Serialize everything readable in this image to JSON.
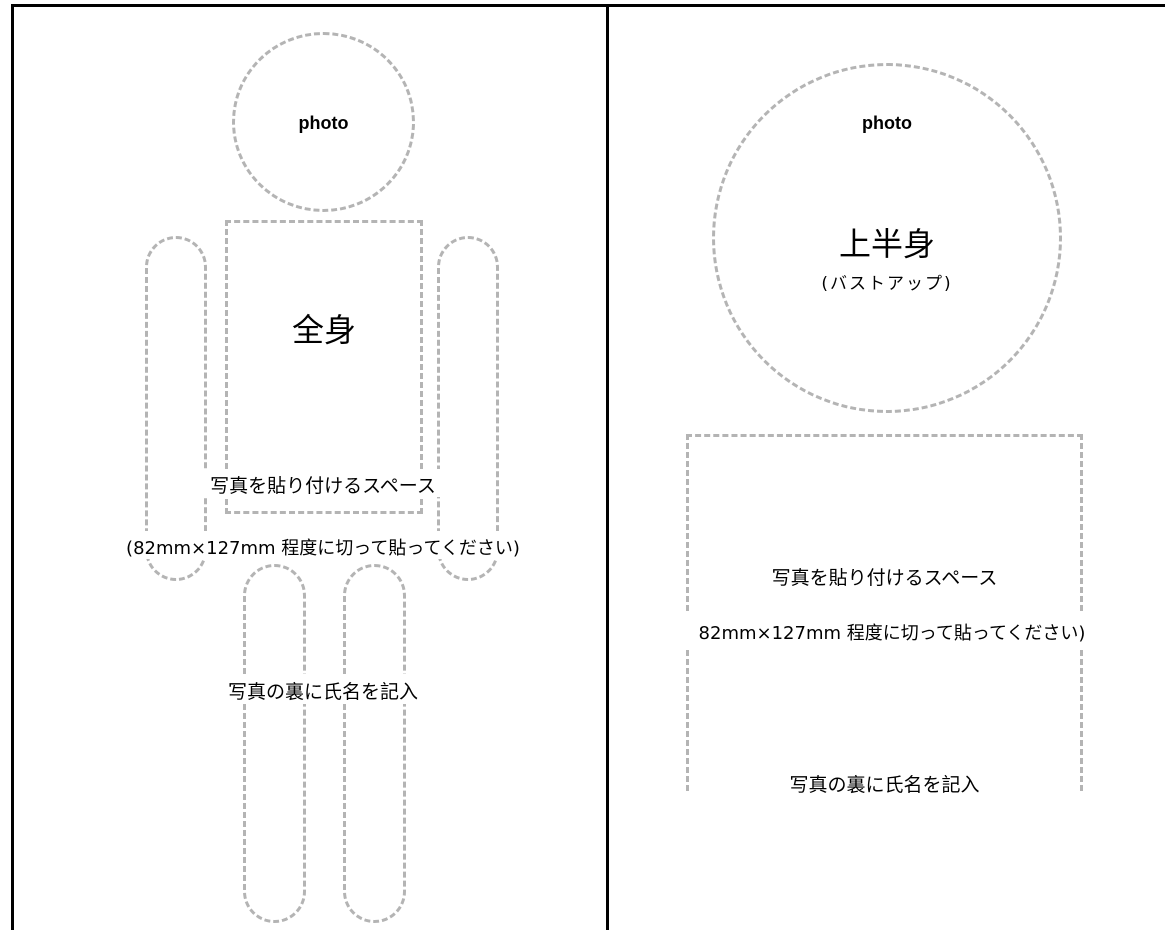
{
  "left": {
    "photo_label": "photo",
    "body_label": "全身",
    "space_label": "写真を貼り付けるスペース",
    "size_note": "(82mm×127mm 程度に切って貼ってください)",
    "back_note": "写真の裏に氏名を記入"
  },
  "right": {
    "photo_label": "photo",
    "body_label": "上半身",
    "body_sub": "(バストアップ)",
    "space_label": "写真を貼り付けるスペース",
    "size_note": "82mm×127mm 程度に切って貼ってください)",
    "back_note": "写真の裏に氏名を記入"
  },
  "style": {
    "frame_color": "#000000",
    "dash_color": "#b4b4b4"
  }
}
